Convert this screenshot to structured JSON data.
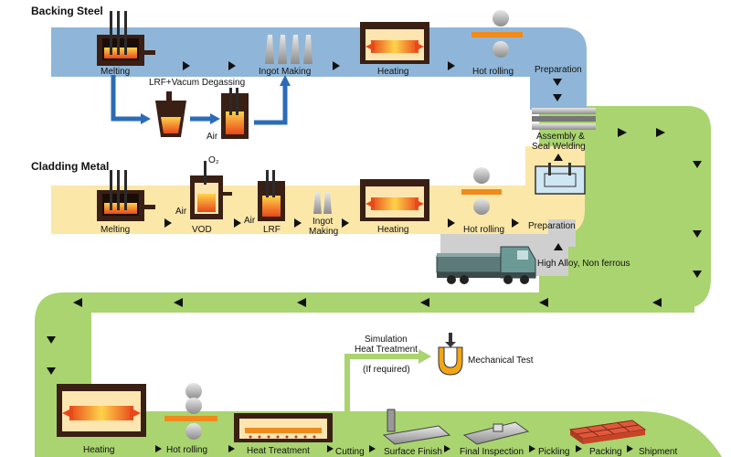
{
  "sections": {
    "backing": "Backing Steel",
    "cladding": "Cladding Metal"
  },
  "backing_steps": {
    "melting": "Melting",
    "ingot": "Ingot Making",
    "heating": "Heating",
    "hot_rolling": "Hot rolling",
    "preparation": "Preparation"
  },
  "degassing": {
    "title": "LRF+Vacum Degassing",
    "air": "Air"
  },
  "assembly": {
    "line1": "Assembly &",
    "line2": "Seal Welding"
  },
  "cladding_steps": {
    "melting": "Melting",
    "vod": "VOD",
    "lrf": "LRF",
    "ingot_line1": "Ingot",
    "ingot_line2": "Making",
    "heating": "Heating",
    "hot_rolling": "Hot rolling",
    "preparation": "Preparation",
    "air1": "Air",
    "air2": "Air",
    "o2": "O₂"
  },
  "truck_label": "High Alloy, Non ferrous",
  "simulation": {
    "line1": "Simulation",
    "line2": "Heat Treatment",
    "note": "(If required)"
  },
  "mechanical_test": "Mechanical Test",
  "bottom_steps": {
    "heating": "Heating",
    "hot_rolling": "Hot rolling",
    "heat_treatment": "Heat Treatment",
    "cutting": "Cutting",
    "surface_finish": "Surface Finish",
    "final_inspection": "Final Inspection",
    "pickling": "Pickling",
    "packing": "Packing",
    "shipment": "Shipment"
  },
  "colors": {
    "backing_band": "#8fb6d8",
    "cladding_band": "#fbe7a8",
    "flow_band": "#a9d46f",
    "blue_arrow": "#2b6cb8",
    "furnace": "#3a1f14",
    "hot": "#f08a1c"
  }
}
